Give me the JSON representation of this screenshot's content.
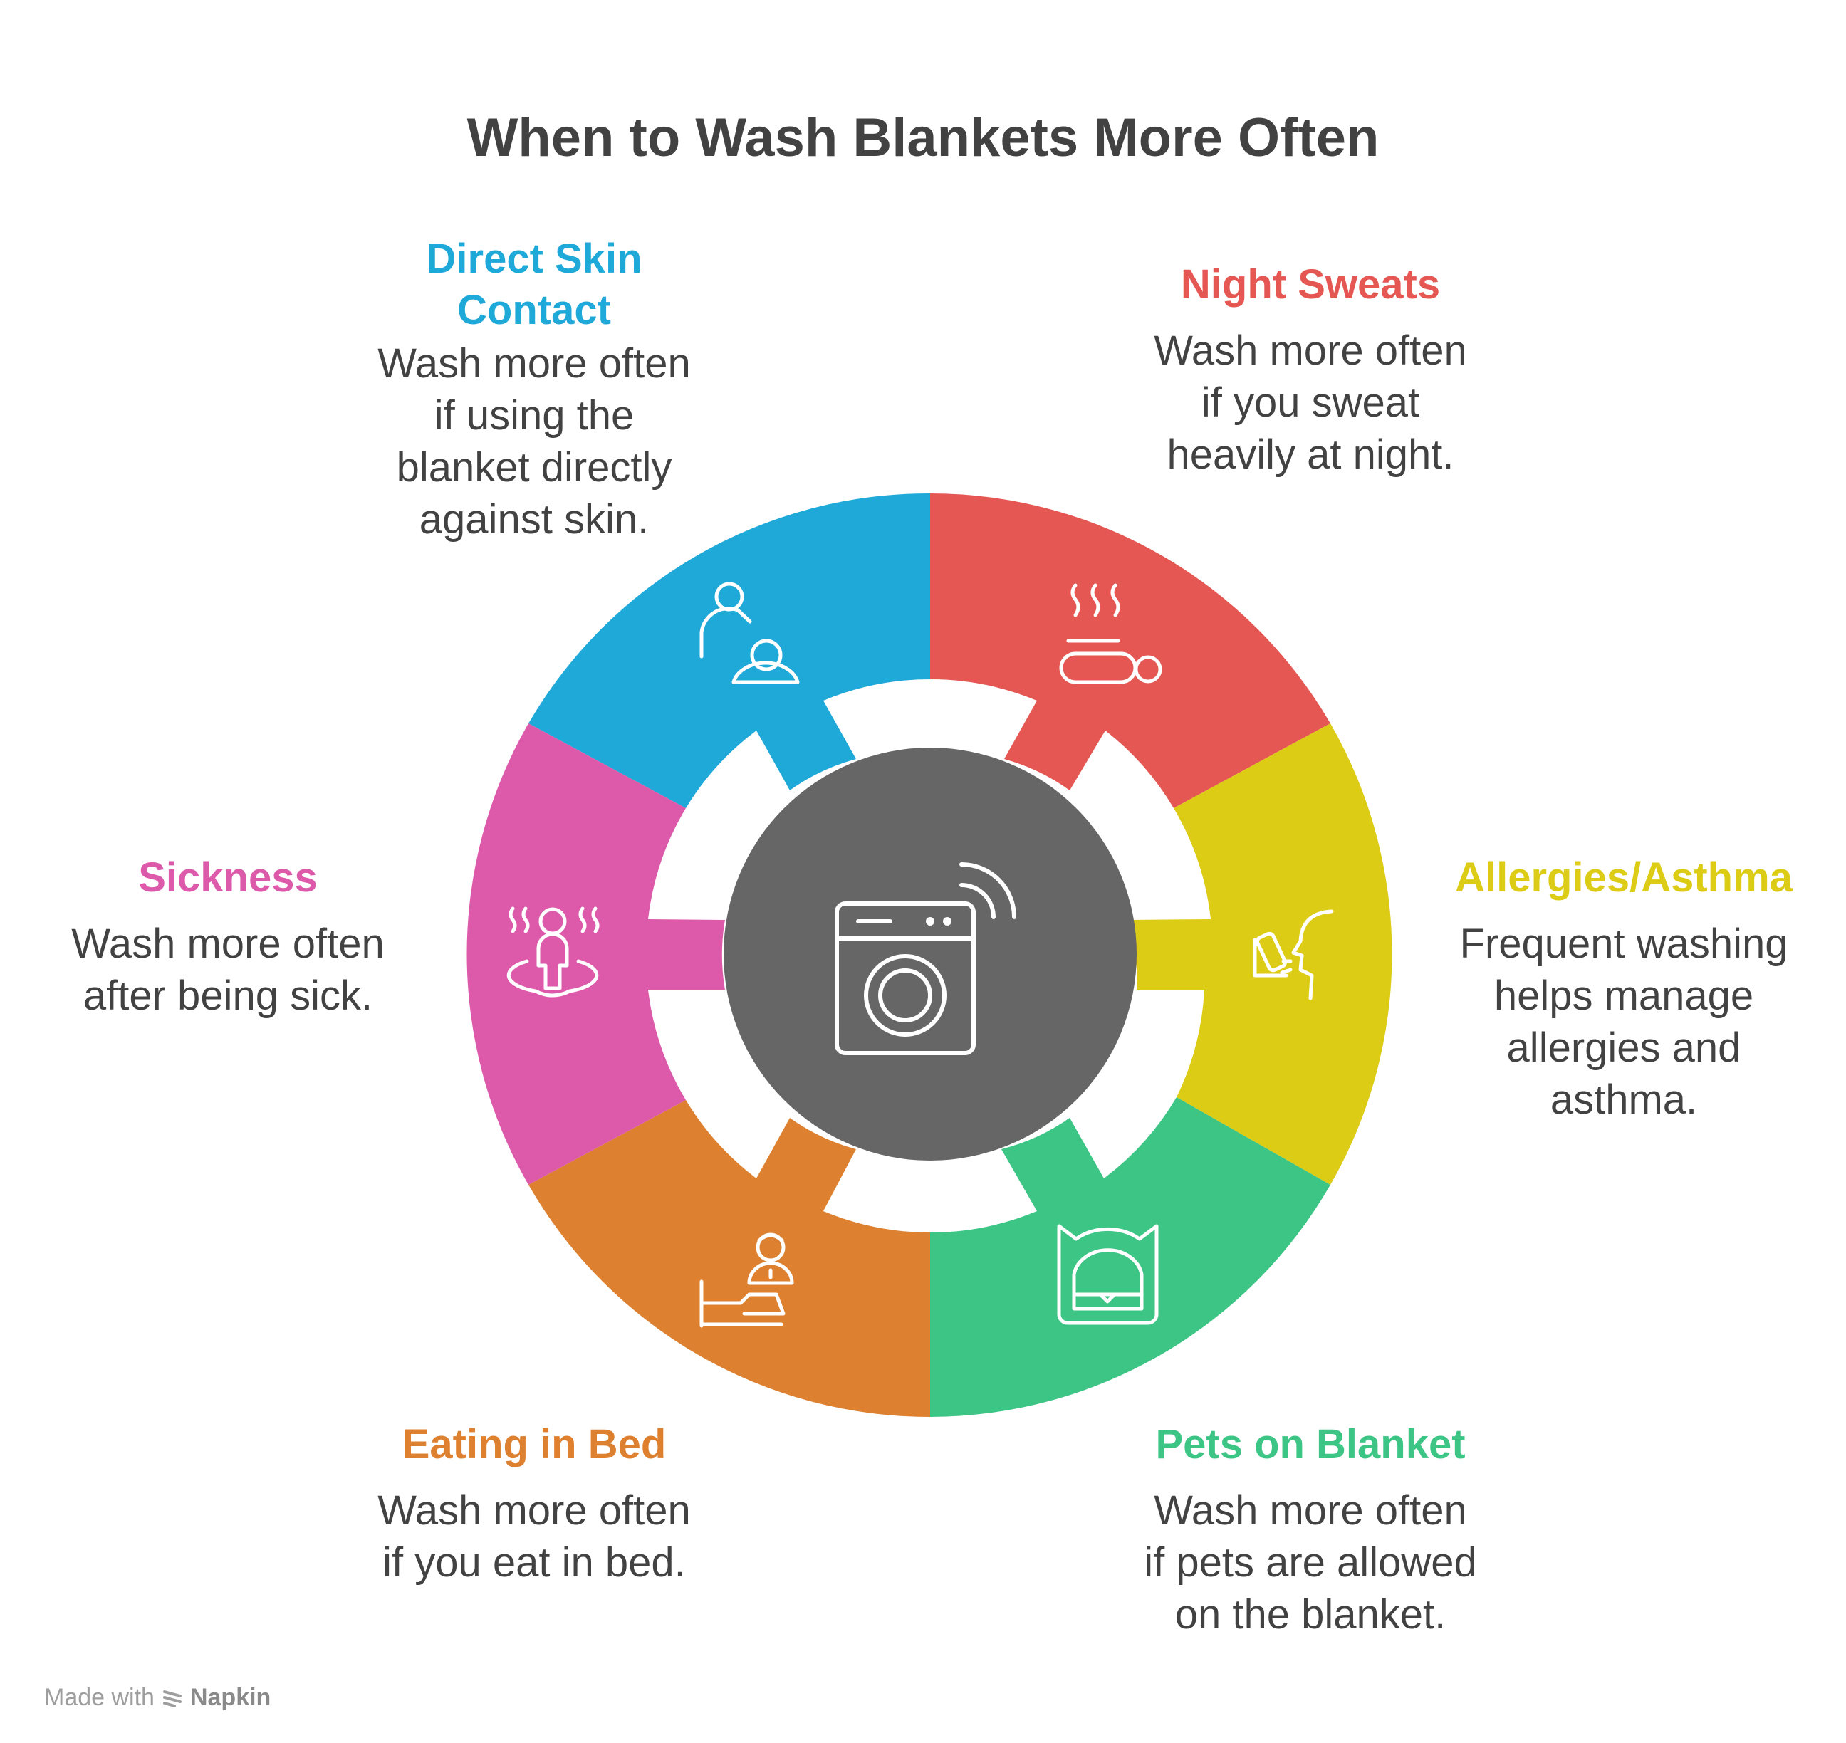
{
  "title": "When to Wash Blankets More Often",
  "colors": {
    "skin": "#1fa9d9",
    "night": "#e55753",
    "allergy": "#ddcc16",
    "pets": "#3dc585",
    "eating": "#dd8131",
    "sickness": "#dd5aab",
    "center": "#666666",
    "text": "#424242"
  },
  "segments": {
    "skin": {
      "title": "Direct Skin Contact",
      "title_lines": [
        "Direct Skin",
        "Contact"
      ],
      "desc_lines": [
        "Wash more often",
        "if using the",
        "blanket directly",
        "against skin."
      ],
      "icon": "parent-child-icon"
    },
    "night": {
      "title": "Night Sweats",
      "desc_lines": [
        "Wash more often",
        "if you sweat",
        "heavily at night."
      ],
      "icon": "sweating-sleeper-icon"
    },
    "allergy": {
      "title": "Allergies/Asthma",
      "desc_lines": [
        "Frequent washing",
        "helps manage",
        "allergies and",
        "asthma."
      ],
      "icon": "inhaler-icon"
    },
    "pets": {
      "title": "Pets on Blanket",
      "desc_lines": [
        "Wash more often",
        "if pets are allowed",
        "on the blanket."
      ],
      "icon": "pet-carrier-icon"
    },
    "eating": {
      "title": "Eating in Bed",
      "desc_lines": [
        "Wash more often",
        "if you eat in bed."
      ],
      "icon": "bed-meal-icon"
    },
    "sickness": {
      "title": "Sickness",
      "desc_lines": [
        "Wash more often",
        "after being sick."
      ],
      "icon": "sick-person-icon"
    }
  },
  "center_icon": "smart-washing-machine-icon",
  "footer": {
    "made_with": "Made with",
    "brand": "Napkin"
  }
}
